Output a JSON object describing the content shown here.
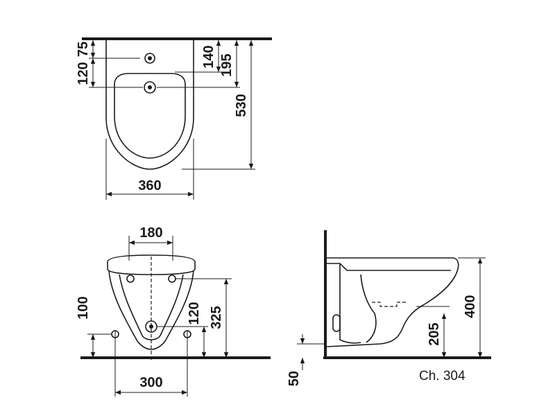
{
  "top_view": {
    "dim_width": "360",
    "dim_depth": "530",
    "dim_75": "75",
    "dim_120": "120",
    "dim_140": "140",
    "dim_195": "195"
  },
  "front_view": {
    "dim_180": "180",
    "dim_100": "100",
    "dim_120": "120",
    "dim_325": "325",
    "dim_300": "300"
  },
  "side_view": {
    "dim_400": "400",
    "dim_205": "205",
    "dim_50": "50"
  },
  "reference": "Ch. 304"
}
